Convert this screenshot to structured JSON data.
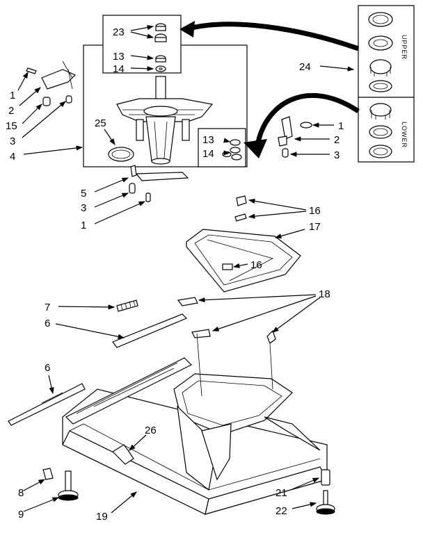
{
  "callouts": {
    "c23": "23",
    "c13a": "13",
    "c14a": "14",
    "c24": "24",
    "c1a": "1",
    "c2a": "2",
    "c15": "15",
    "c3a": "3",
    "c25": "25",
    "c4": "4",
    "c1b": "1",
    "c2b": "2",
    "c3b": "3",
    "c13b": "13",
    "c14b": "14",
    "c5": "5",
    "c3c": "3",
    "c1c": "1",
    "c16a": "16",
    "c17": "17",
    "c16b": "16",
    "c18": "18",
    "c7": "7",
    "c6a": "6",
    "c6b": "6",
    "c26": "26",
    "c8": "8",
    "c9": "9",
    "c19": "19",
    "c21": "21",
    "c22": "22"
  },
  "bearing_kit": {
    "upper_label": "UPPER",
    "lower_label": "LOWER"
  }
}
